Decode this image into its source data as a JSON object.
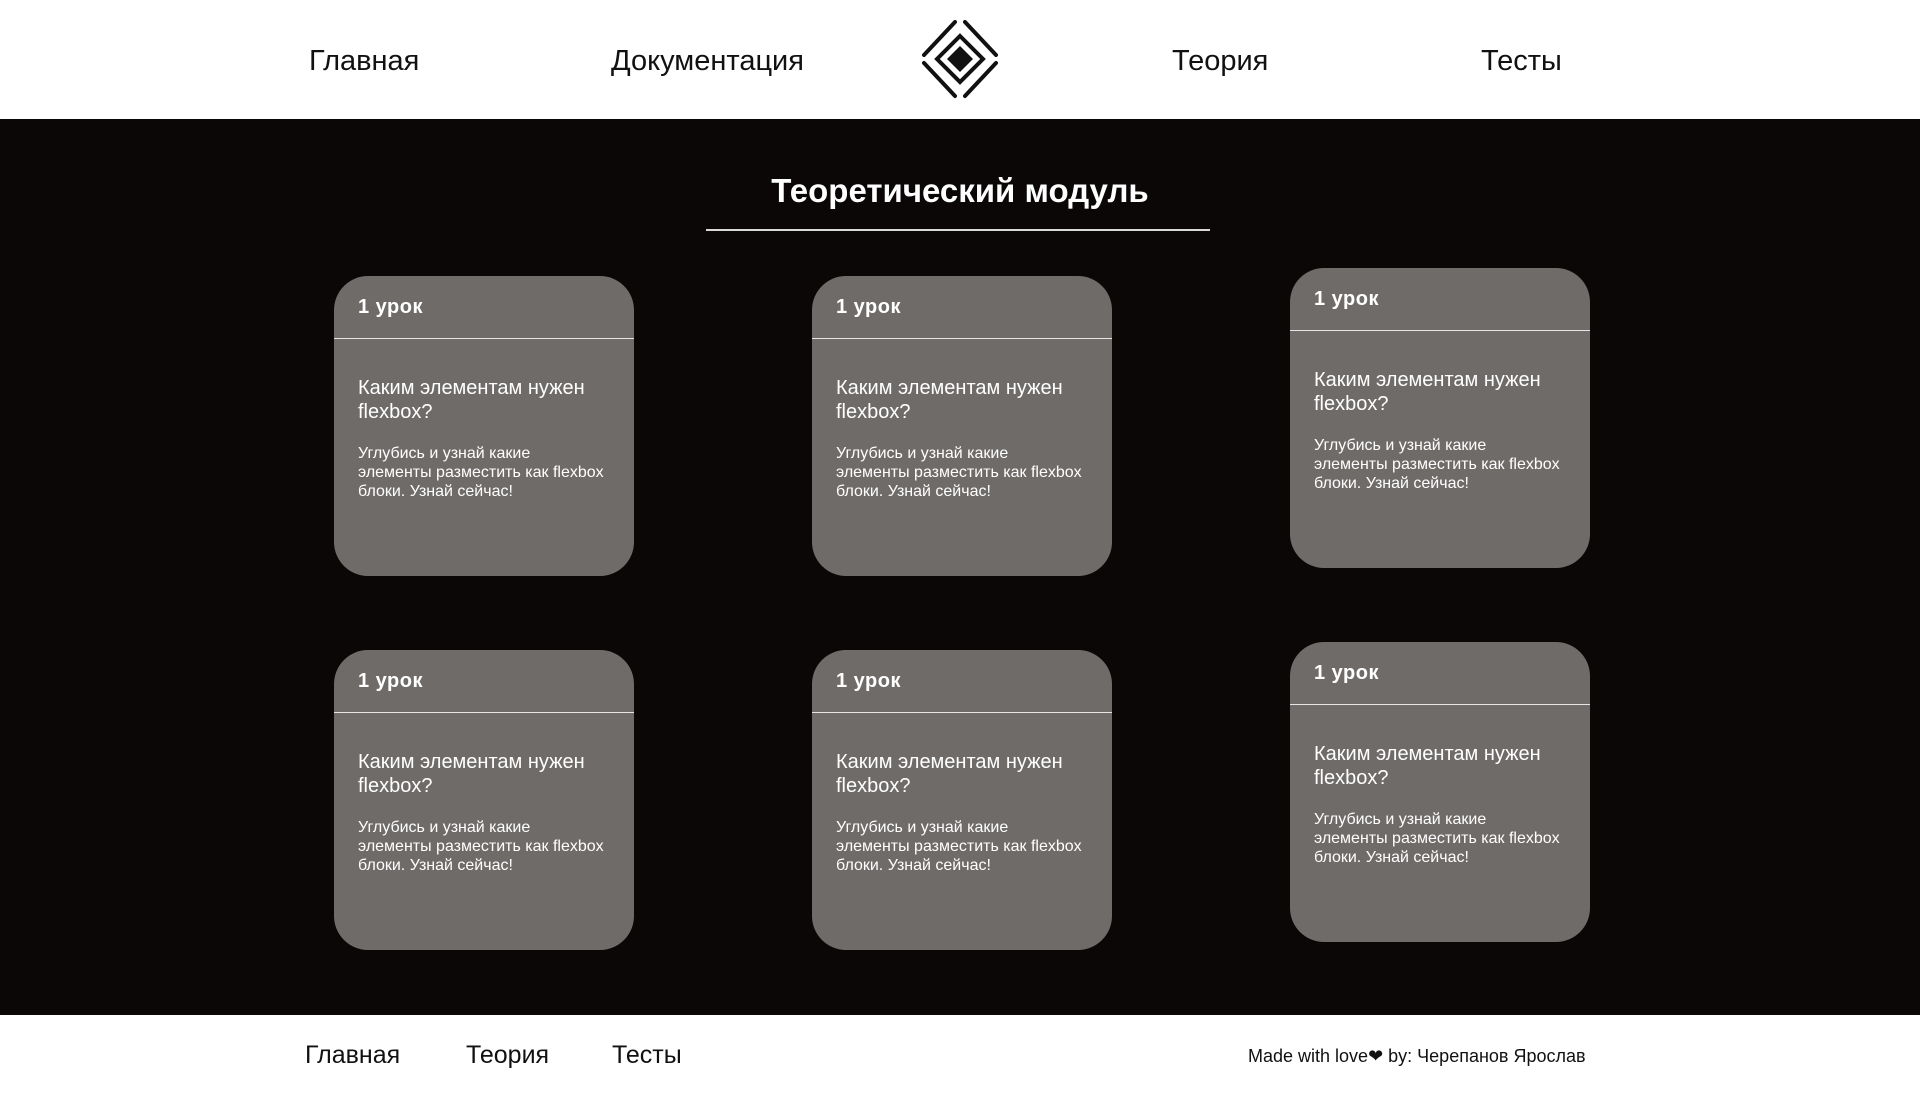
{
  "header": {
    "nav": [
      {
        "label": "Главная"
      },
      {
        "label": "Документация"
      },
      {
        "label": "Теория"
      },
      {
        "label": "Тесты"
      }
    ],
    "logo_icon": "diamond-logo-icon"
  },
  "main": {
    "title": "Теоретический модуль",
    "cards": [
      {
        "lesson": "1 урок",
        "title": "Каким элементам нужен flexbox?",
        "desc": "Углубись и узнай какие элементы разместить как flexbox блоки. Узнай сейчас!"
      },
      {
        "lesson": "1 урок",
        "title": "Каким элементам нужен flexbox?",
        "desc": "Углубись и узнай какие элементы разместить как flexbox блоки. Узнай сейчас!"
      },
      {
        "lesson": "1 урок",
        "title": "Каким элементам нужен flexbox?",
        "desc": "Углубись и узнай какие элементы разместить как flexbox блоки. Узнай сейчас!"
      },
      {
        "lesson": "1 урок",
        "title": "Каким элементам нужен flexbox?",
        "desc": "Углубись и узнай какие элементы разместить как flexbox блоки. Узнай сейчас!"
      },
      {
        "lesson": "1 урок",
        "title": "Каким элементам нужен flexbox?",
        "desc": "Углубись и узнай какие элементы разместить как flexbox блоки. Узнай сейчас!"
      },
      {
        "lesson": "1 урок",
        "title": "Каким элементам нужен flexbox?",
        "desc": "Углубись и узнай какие элементы разместить как flexbox блоки. Узнай сейчас!"
      }
    ]
  },
  "footer": {
    "nav": [
      {
        "label": "Главная"
      },
      {
        "label": "Теория"
      },
      {
        "label": "Тесты"
      }
    ],
    "credit_prefix": "Made with love",
    "credit_suffix": " by: Черепанов Ярослав"
  },
  "colors": {
    "page_bg": "#0b0707",
    "card_bg": "#6f6b69",
    "bar_bg": "#ffffff"
  }
}
